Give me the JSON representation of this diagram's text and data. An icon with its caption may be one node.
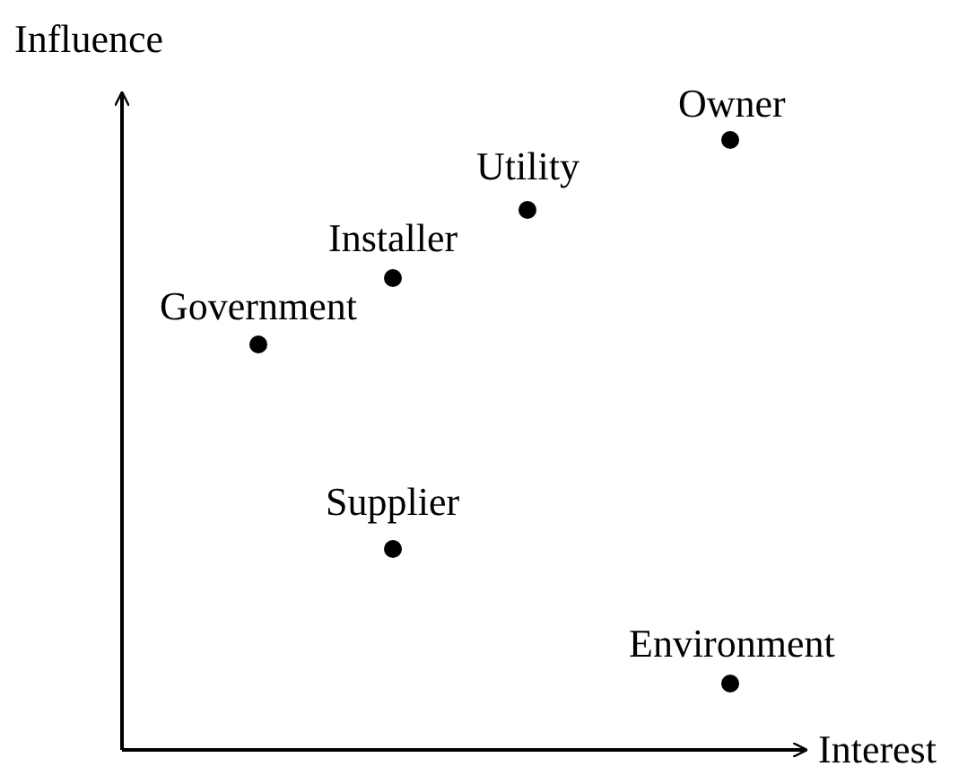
{
  "diagram": {
    "labels": [
      "Influence",
      "Owner",
      "Utility",
      "Installer",
      "Government",
      "Supplier",
      "Environment",
      "Interest"
    ]
  }
}
